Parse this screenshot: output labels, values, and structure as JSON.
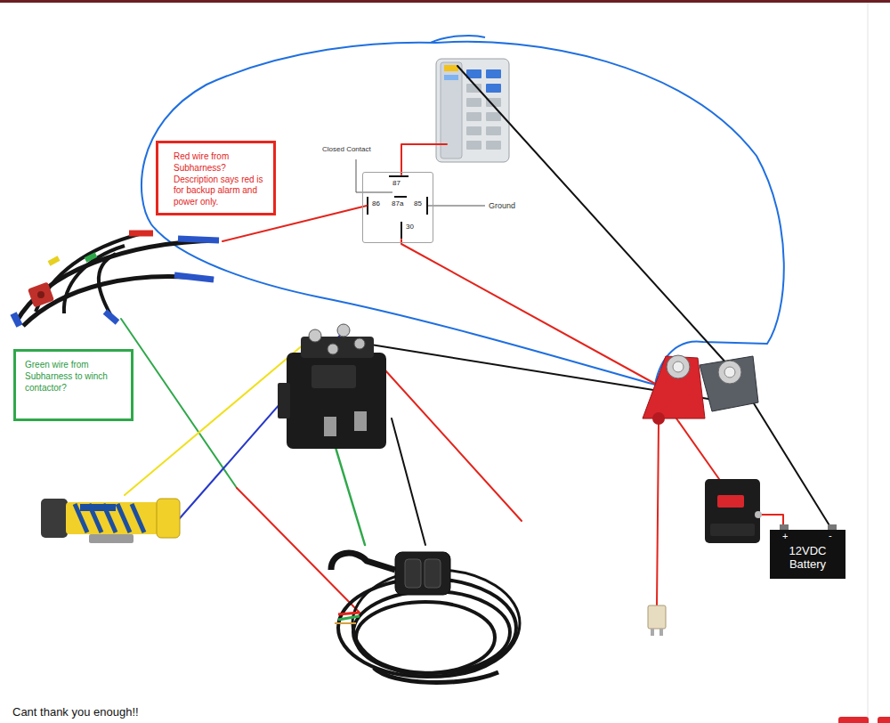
{
  "diagram": {
    "nodes": [
      {
        "text": [
          "Red wire from Subharness? Description says red is for backup alarm and power only."
        ]
      },
      {
        "text": [
          "87",
          "87a",
          "86",
          "85",
          "30"
        ]
      },
      {
        "text": [
          "Green wire from Subharness to winch contactor?"
        ]
      },
      {
        "text": [
          "+",
          "-",
          "12VDC Battery"
        ]
      }
    ],
    "labels": [
      "Closed Contact",
      "Ground",
      "Cant thank you enough!!"
    ]
  }
}
